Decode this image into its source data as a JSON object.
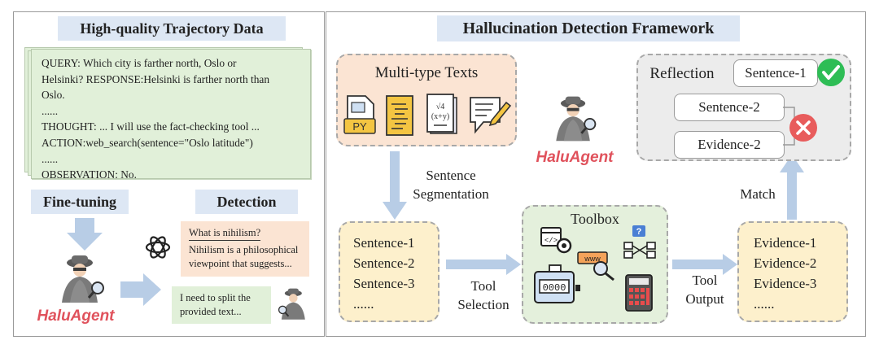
{
  "left": {
    "header": "High-quality Trajectory Data",
    "trajectory": {
      "line1": "QUERY: Which city is farther north, Oslo or",
      "line2": "Helsinki? RESPONSE:Helsinki is farther north than",
      "line3": "Oslo.",
      "dots1": "......",
      "thought": "THOUGHT: ... I will use the fact-checking tool ...",
      "action": "ACTION:web_search(sentence=\"Oslo latitude\")",
      "dots2": "......",
      "observation": "OBSERVATION: No."
    },
    "finetune_label": "Fine-tuning",
    "detection_label": "Detection",
    "bubble_q": "What is nihilism?",
    "bubble_a1": "Nihilism is a philosophical",
    "bubble_a2": "viewpoint that suggests...",
    "bubble_r1": "I need to split the",
    "bubble_r2": "provided text...",
    "agent_name": "HaluAgent"
  },
  "right": {
    "header": "Hallucination Detection Framework",
    "multitype_title": "Multi-type Texts",
    "py_label": "PY",
    "math_label": "√4 (x+y)",
    "agent_name": "HaluAgent",
    "seg_label1": "Sentence",
    "seg_label2": "Segmentation",
    "sentences": [
      "Sentence-1",
      "Sentence-2",
      "Sentence-3",
      "......"
    ],
    "tool_sel1": "Tool",
    "tool_sel2": "Selection",
    "toolbox_title": "Toolbox",
    "www_label": "www",
    "counter_label": "0000",
    "question_label": "?",
    "tool_out1": "Tool",
    "tool_out2": "Output",
    "evidences": [
      "Evidence-1",
      "Evidence-2",
      "Evidence-3",
      "......"
    ],
    "match_label": "Match",
    "reflection_title": "Reflection",
    "refl_s1": "Sentence-1",
    "refl_s2": "Sentence-2",
    "refl_e2": "Evidence-2"
  },
  "colors": {
    "header_bg": "#dde7f4",
    "traj_bg": "#e1f0d9",
    "multitype_bg": "#fbe4d3",
    "toolbox_bg": "#e4f0dc",
    "sentence_bg": "#fdf0cc",
    "reflection_bg": "#ececec",
    "arrow": "#b8cde6",
    "agent_red": "#e0525c",
    "check_green": "#2ebd55",
    "cross_red": "#e85c5c"
  }
}
